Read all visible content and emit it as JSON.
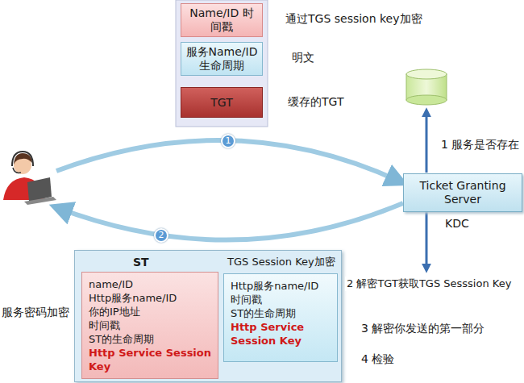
{
  "diagram": {
    "nodes": [
      {
        "text": [
          "Name/ID 时间戳"
        ]
      },
      {
        "text": [
          "服务Name/ID 生命周期"
        ]
      },
      {
        "text": [
          "TGT"
        ]
      },
      {
        "text": [
          "1"
        ]
      },
      {
        "text": [
          "Ticket Granting Server"
        ]
      },
      {
        "text": [
          "2"
        ]
      },
      {
        "text": [
          "ST"
        ]
      },
      {
        "text": [
          "name/ID",
          "Http服务name/ID",
          "你的IP地址",
          "时间戳",
          "ST的生命周期",
          "Http Service Session Key"
        ],
        "in": 6
      },
      {
        "text": [
          "TGS Session Key加密",
          "Http服务name/ID",
          "时间戳",
          "ST的生命周期",
          "Http Service Session Key"
        ],
        "in": 6
      }
    ],
    "labels": [
      "通过TGS session key加密",
      "明文",
      "缓存的TGT",
      "1 服务是否存在",
      "KDC",
      "2 解密TGT获取TGS Sesssion Key",
      "3 解密你发送的第一部分",
      "4 检验",
      "服务密码加密"
    ]
  }
}
